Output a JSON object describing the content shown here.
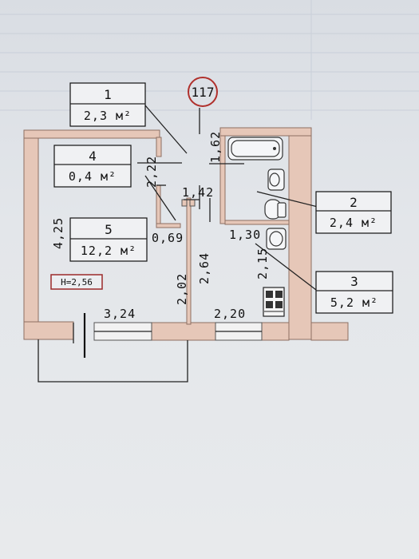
{
  "plan": {
    "apartment_number": "117",
    "height_label": "H=2,56",
    "rooms": [
      {
        "number": "1",
        "area": "2,3 м²"
      },
      {
        "number": "2",
        "area": "2,4 м²"
      },
      {
        "number": "3",
        "area": "5,2 м²"
      },
      {
        "number": "4",
        "area": "0,4 м²"
      },
      {
        "number": "5",
        "area": "12,2 м²"
      }
    ],
    "dimensions": {
      "d_2_22": "2,22",
      "d_1_62": "1,62",
      "d_1_42": "1,42",
      "d_4_25": "4,25",
      "d_0_69": "0,69",
      "d_1_30": "1,30",
      "d_2_64": "2,64",
      "d_2_15": "2,15",
      "d_2_02": "2,02",
      "d_3_24": "3,24",
      "d_2_20": "2,20"
    },
    "colors": {
      "wall_fill": "#e6c7b8",
      "stamp_circle": "#b0302c",
      "height_box": "#9b2a2a"
    }
  }
}
